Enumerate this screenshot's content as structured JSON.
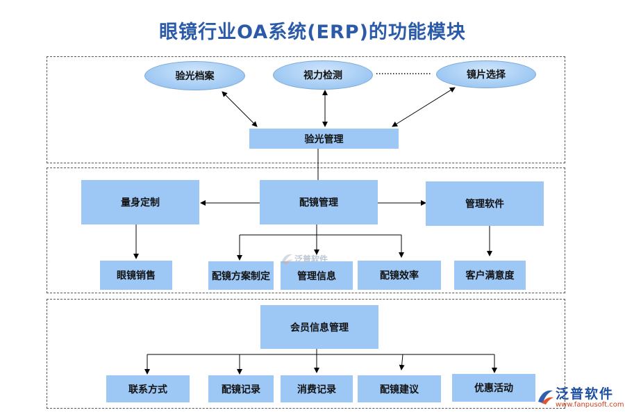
{
  "title": "眼镜行业OA系统(ERP)的功能模块",
  "top": {
    "ellipses": [
      "验光档案",
      "视力检测",
      "镜片选择"
    ],
    "hub": "验光管理"
  },
  "middle": {
    "left": "量身定制",
    "center": "配镜管理",
    "right": "管理软件",
    "children": [
      "眼镜销售",
      "配镜方案制定",
      "管理信息",
      "配镜效率",
      "客户满意度"
    ]
  },
  "bottom": {
    "hub": "会员信息管理",
    "children": [
      "联系方式",
      "配镜记录",
      "消费记录",
      "配镜建议",
      "优惠活动"
    ]
  },
  "watermark": {
    "brand": "泛普软件",
    "url": "www.fanpusoft.com"
  },
  "colors": {
    "box": "#9dc8f6",
    "title": "#2a5aa8",
    "accent": "#d04020"
  }
}
